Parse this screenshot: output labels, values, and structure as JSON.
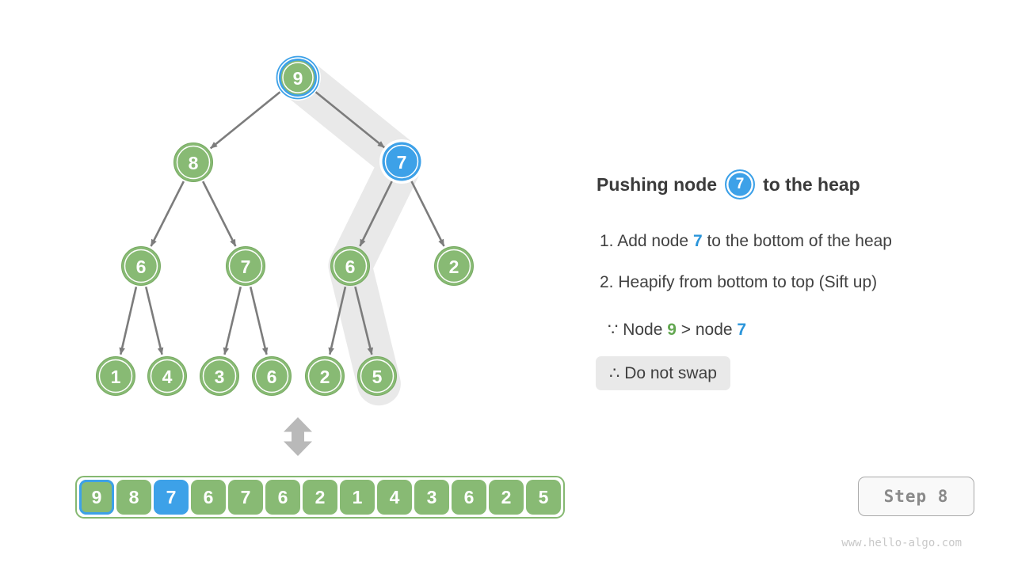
{
  "colors": {
    "green": "#88ba74",
    "green_border": "#77aa62",
    "blue": "#3da1e8",
    "blue_text": "#2b95da",
    "green_text": "#63a751",
    "edge": "#7c7c7c",
    "band": "#e9e9e9",
    "arrow_gray": "#b9b9b9",
    "text": "#414141",
    "box_bg": "#e9e9e9"
  },
  "tree": {
    "nodes": [
      {
        "value": "9",
        "state": "path-root"
      },
      {
        "value": "8",
        "state": "normal"
      },
      {
        "value": "7",
        "state": "inserted"
      },
      {
        "value": "6",
        "state": "normal"
      },
      {
        "value": "7",
        "state": "normal"
      },
      {
        "value": "6",
        "state": "normal"
      },
      {
        "value": "2",
        "state": "normal"
      },
      {
        "value": "1",
        "state": "normal"
      },
      {
        "value": "4",
        "state": "normal"
      },
      {
        "value": "3",
        "state": "normal"
      },
      {
        "value": "6",
        "state": "normal"
      },
      {
        "value": "2",
        "state": "normal"
      },
      {
        "value": "5",
        "state": "normal"
      }
    ],
    "edges": [
      [
        0,
        1
      ],
      [
        0,
        2
      ],
      [
        1,
        3
      ],
      [
        1,
        4
      ],
      [
        2,
        5
      ],
      [
        2,
        6
      ],
      [
        3,
        7
      ],
      [
        3,
        8
      ],
      [
        4,
        9
      ],
      [
        4,
        10
      ],
      [
        5,
        11
      ],
      [
        5,
        12
      ]
    ],
    "highlight_path": [
      0,
      2,
      5,
      12
    ]
  },
  "array": {
    "values": [
      "9",
      "8",
      "7",
      "6",
      "7",
      "6",
      "2",
      "1",
      "4",
      "3",
      "6",
      "2",
      "5"
    ],
    "states": [
      "path-root",
      "normal",
      "inserted",
      "normal",
      "normal",
      "normal",
      "normal",
      "normal",
      "normal",
      "normal",
      "normal",
      "normal",
      "normal"
    ]
  },
  "panel": {
    "title_prefix": "Pushing node",
    "title_badge": "7",
    "title_suffix": "to the heap",
    "steps": [
      {
        "pre": "1. Add node ",
        "em": "7",
        "post": " to the bottom of the heap"
      },
      {
        "pre": "2. Heapify from bottom to top (Sift up)",
        "em": "",
        "post": ""
      }
    ],
    "because": {
      "pre": "∵ Node ",
      "em1": "9",
      "mid": " > node ",
      "em2": "7"
    },
    "therefore": "∴ Do not swap"
  },
  "footer": {
    "step_label": "Step 8",
    "watermark": "www.hello-algo.com"
  }
}
